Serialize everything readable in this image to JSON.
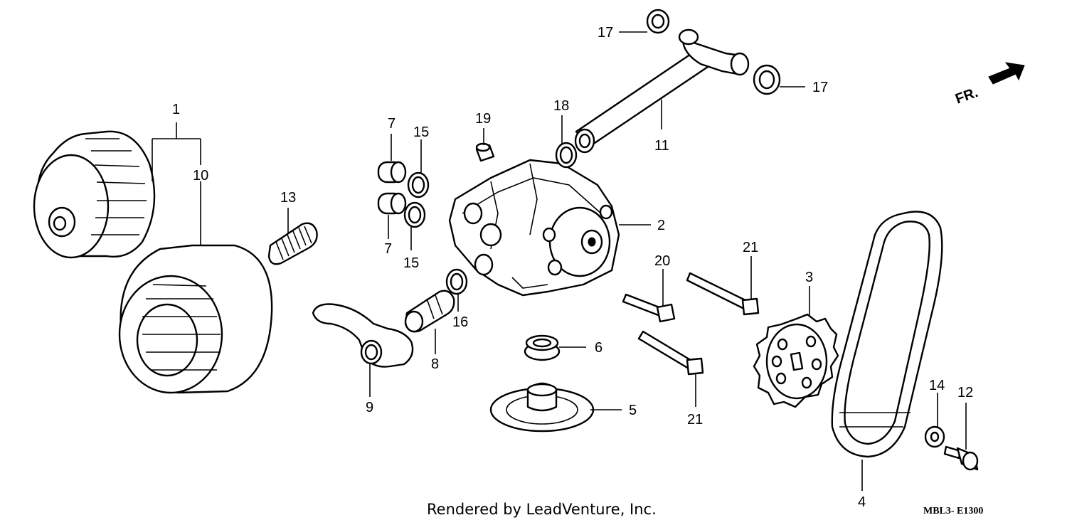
{
  "callouts": {
    "c1": "1",
    "c2": "2",
    "c3": "3",
    "c4": "4",
    "c5": "5",
    "c6": "6",
    "c7a": "7",
    "c7b": "7",
    "c8": "8",
    "c9": "9",
    "c10": "10",
    "c11": "11",
    "c12": "12",
    "c13": "13",
    "c14": "14",
    "c15a": "15",
    "c15b": "15",
    "c16": "16",
    "c17a": "17",
    "c17b": "17",
    "c18": "18",
    "c19": "19",
    "c20": "20",
    "c21a": "21",
    "c21b": "21"
  },
  "front_label": "FR.",
  "credit": "Rendered by LeadVenture, Inc.",
  "diagram_code": "MBL3- E1300"
}
